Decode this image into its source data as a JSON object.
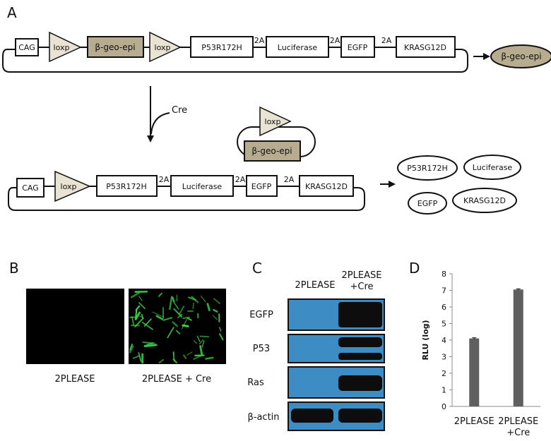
{
  "panel_letters": {
    "a": "A",
    "b": "B",
    "c": "C",
    "d": "D"
  },
  "construct": {
    "cag": "CAG",
    "loxp": "loxp",
    "bgeo": "β-geo-epi",
    "p53": "P53R172H",
    "link": "2A",
    "luc": "Luciferase",
    "egfp": "EGFP",
    "kras": "KRASG12D"
  },
  "cre_label": "Cre",
  "products": {
    "bgeo": "β-geo-epi",
    "p53": "P53R172H",
    "luc": "Luciferase",
    "egfp": "EGFP",
    "kras": "KRASG12D"
  },
  "panel_b": {
    "label_left": "2PLEASE",
    "label_right": "2PLEASE + Cre"
  },
  "panel_c": {
    "col1": "2PLEASE",
    "col2_line1": "2PLEASE",
    "col2_line2": "+Cre",
    "rows": [
      "EGFP",
      "P53",
      "Ras",
      "β-actin"
    ]
  },
  "chart_data": {
    "type": "bar",
    "categories": [
      "2PLEASE",
      "2PLEASE\n+Cre"
    ],
    "category_lines": [
      [
        "2PLEASE"
      ],
      [
        "2PLEASE",
        "+Cre"
      ]
    ],
    "values": [
      4.1,
      7.05
    ],
    "error": [
      0.04,
      0.04
    ],
    "ylabel": "RLU (log)",
    "ylim": [
      0,
      8
    ],
    "yticks": [
      "0",
      "1",
      "2",
      "3",
      "4",
      "5",
      "6",
      "7",
      "8"
    ],
    "bar_color": "#5f5f5f",
    "grid": false
  },
  "colors": {
    "tan": "#b7ac8f",
    "loxp_triangle": "#e8e3d2",
    "blot_background": "#3d8cc4",
    "fluorescence": "#3cd14b"
  }
}
